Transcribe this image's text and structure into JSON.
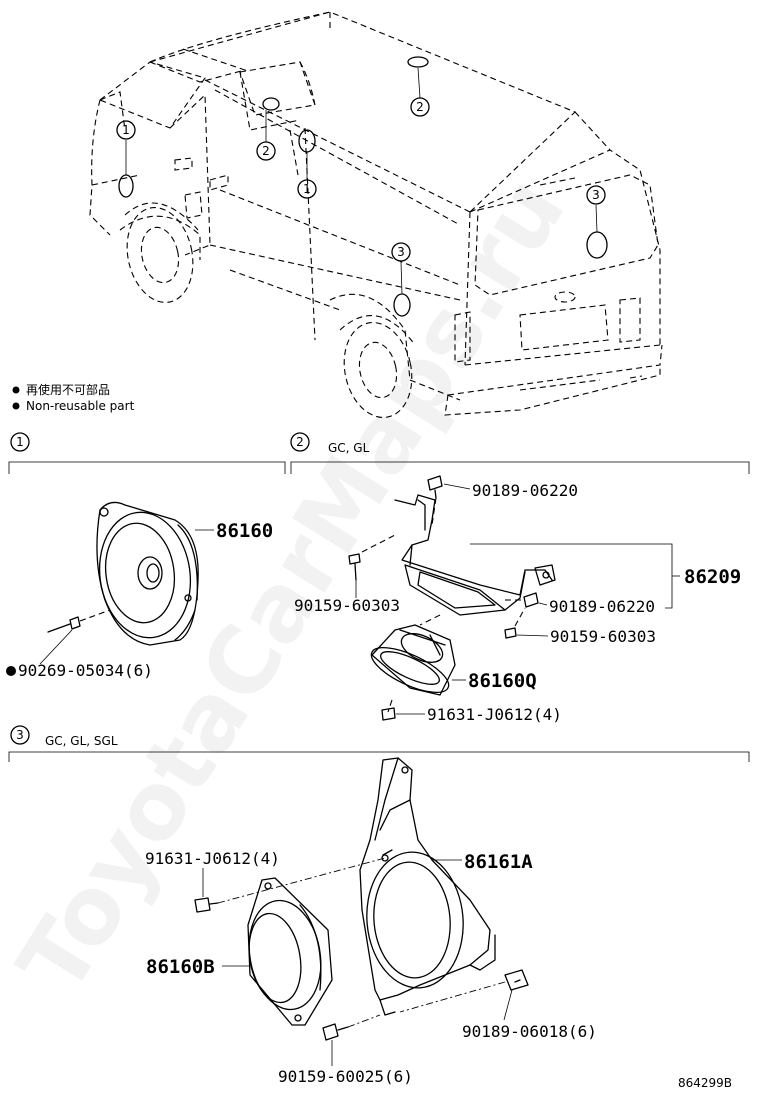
{
  "watermark": "ToyotaCarMaps.ru",
  "legend": {
    "line_jp": "再使用不可部品",
    "line_en": "Non-reusable part"
  },
  "callouts": {
    "c1": "1",
    "c2": "2",
    "c3": "3"
  },
  "sections": {
    "s1": {
      "number": "1",
      "note": ""
    },
    "s2": {
      "number": "2",
      "note": "GC, GL"
    },
    "s3": {
      "number": "3",
      "note": "GC, GL, SGL"
    }
  },
  "parts": {
    "p86160": "86160",
    "p90269": "90269-05034(6)",
    "p90189a": "90189-06220",
    "p86209": "86209",
    "p90159a": "90159-60303",
    "p90189b": "90189-06220",
    "p90159b": "90159-60303",
    "p86160q": "86160Q",
    "p91631a": "91631-J0612(4)",
    "p91631b": "91631-J0612(4)",
    "p86161a": "86161A",
    "p86160b": "86160B",
    "p90189c": "90189-06018(6)",
    "p90159c": "90159-60025(6)"
  },
  "reference": "864299B"
}
